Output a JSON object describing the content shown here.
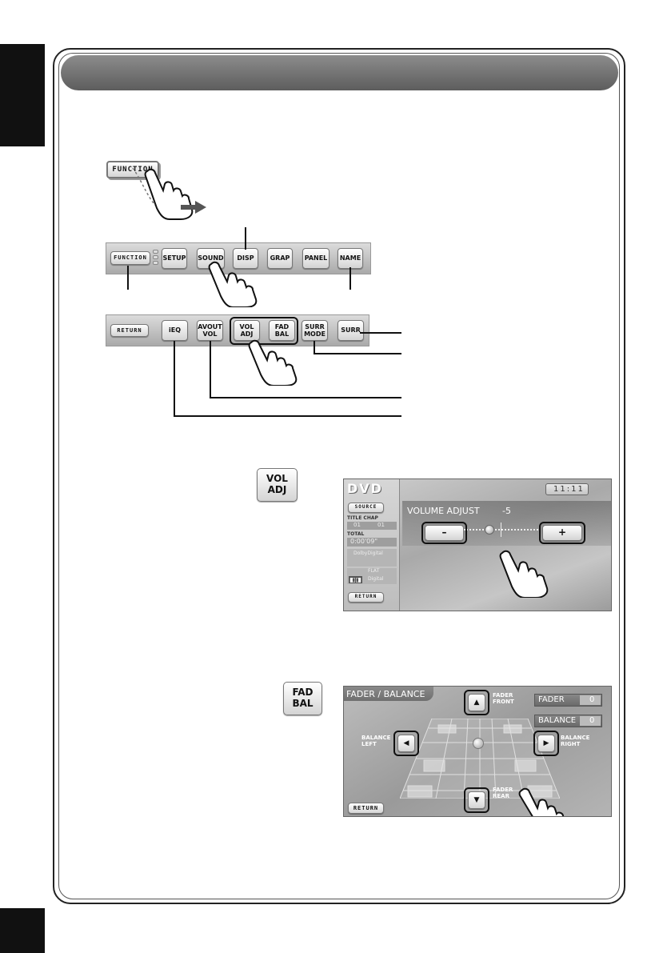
{
  "strip1": {
    "function_label": "FUNCTION",
    "buttons": [
      "SETUP",
      "SOUND",
      "DISP",
      "GRAP",
      "PANEL",
      "NAME"
    ]
  },
  "strip2": {
    "return_label": "RETURN",
    "ieq_label": "iEQ",
    "avout_vol": [
      "AVOUT",
      "VOL"
    ],
    "vol_adj": [
      "VOL",
      "ADJ"
    ],
    "fad_bal": [
      "FAD",
      "BAL"
    ],
    "surr_mode": [
      "SURR",
      "MODE"
    ],
    "surr_label": "SURR"
  },
  "vol_screen": {
    "source_title": "DVD",
    "clock": "11:11",
    "source_button": "SOURCE",
    "title_chap": "TITLE CHAP",
    "title_num": "01",
    "chap_num": "01",
    "total_label": "TOTAL",
    "time": "0:00'09\"",
    "dolby": "DolbyDigital",
    "flat": "FLAT",
    "digital": "Digital",
    "return_button": "RETURN",
    "adjust_label": "VOLUME ADJUST",
    "adjust_value": "-5",
    "minus": "–",
    "plus": "+"
  },
  "fader_screen": {
    "title": "FADER / BALANCE",
    "fader_front": [
      "FADER",
      "FRONT"
    ],
    "fader_rear": [
      "FADER",
      "REAR"
    ],
    "balance_left": [
      "BALANCE",
      "LEFT"
    ],
    "balance_right": [
      "BALANCE",
      "RIGHT"
    ],
    "fader_label": "FADER",
    "fader_value": "0",
    "balance_label": "BALANCE",
    "balance_value": "0",
    "return_button": "RETURN"
  }
}
